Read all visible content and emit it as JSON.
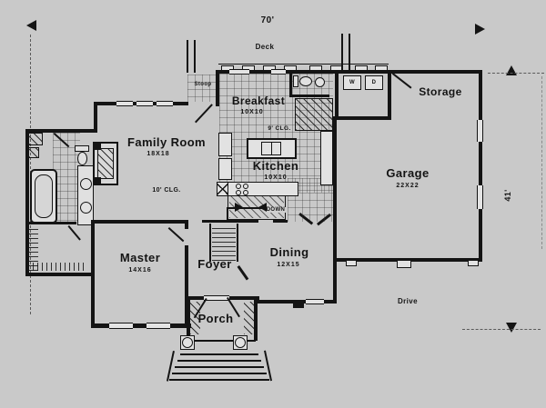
{
  "plan": {
    "title_dims": {
      "width": "70'",
      "depth": "41'"
    },
    "rooms": {
      "family": {
        "name": "Family Room",
        "size": "18X18",
        "ceiling": "10' CLG."
      },
      "breakfast": {
        "name": "Breakfast",
        "size": "10X10"
      },
      "kitchen": {
        "name": "Kitchen",
        "size": "10X10",
        "ceiling": "9' CLG."
      },
      "garage": {
        "name": "Garage",
        "size": "22X22"
      },
      "storage": {
        "name": "Storage"
      },
      "master": {
        "name": "Master",
        "size": "14X16"
      },
      "dining": {
        "name": "Dining",
        "size": "12X15"
      },
      "foyer": {
        "name": "Foyer"
      },
      "porch": {
        "name": "Porch"
      },
      "deck": {
        "name": "Deck"
      },
      "stoop": {
        "name": "Stoop"
      }
    },
    "labels": {
      "drive": "Drive",
      "down": "DOWN",
      "washer": "W",
      "dryer": "D"
    },
    "colors": {
      "paper": "#c9c9c9",
      "ink": "#141414"
    }
  }
}
